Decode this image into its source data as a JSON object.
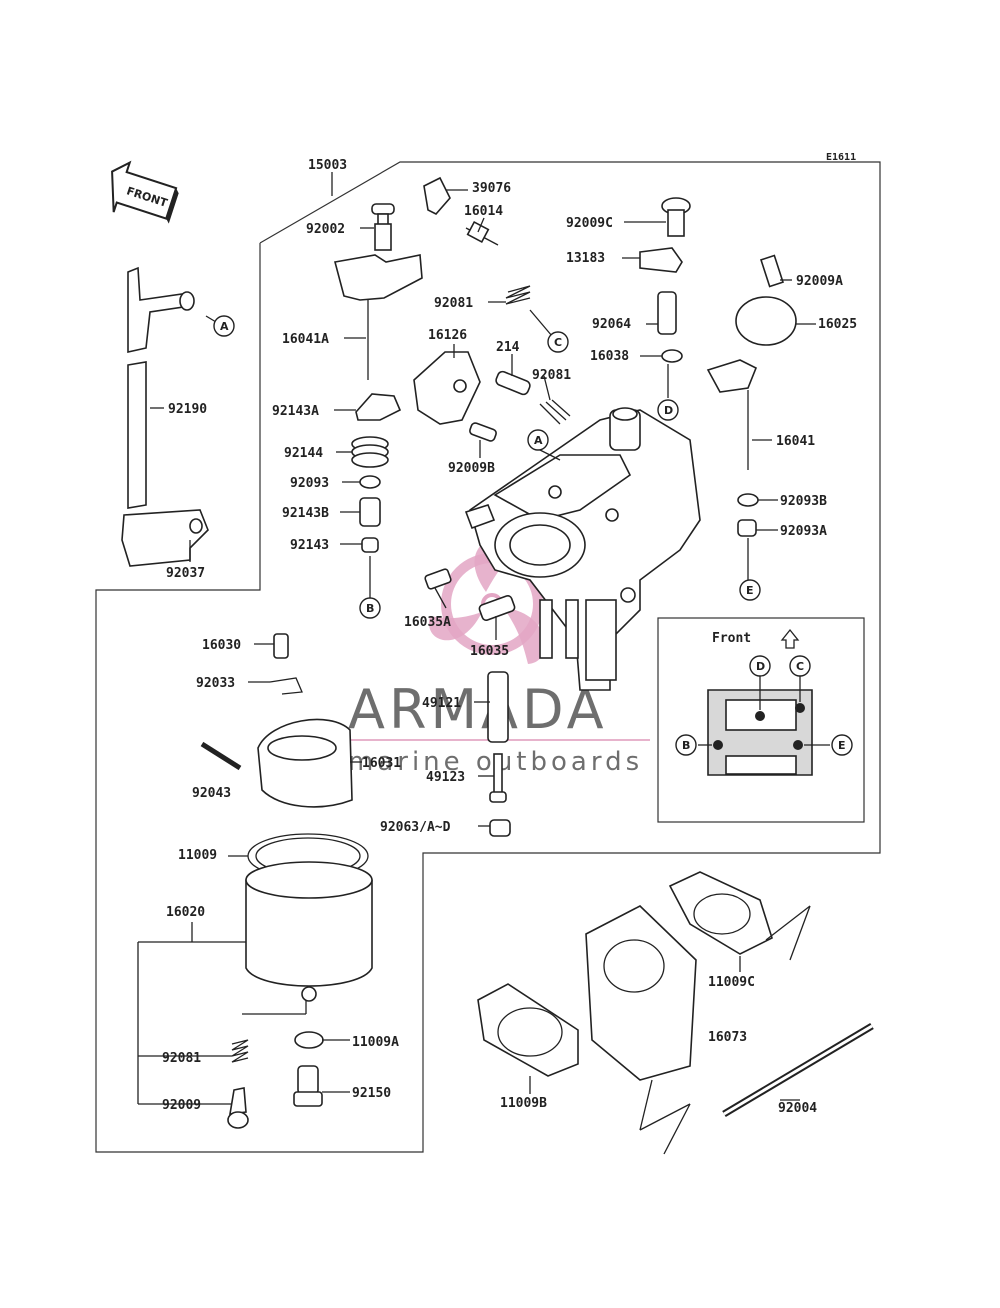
{
  "diagram_code": "E1611",
  "front_arrow_label": "FRONT",
  "watermark": {
    "title": "ARMADA",
    "subtitle": "marine outboards",
    "logo_color": "#e3a6c4"
  },
  "inset": {
    "title": "Front"
  },
  "callout_letters": [
    "A",
    "B",
    "C",
    "D",
    "E"
  ],
  "part_numbers": {
    "p15003": "15003",
    "p39076": "39076",
    "p16014": "16014",
    "p92009C": "92009C",
    "p92002": "92002",
    "p13183": "13183",
    "p92009A": "92009A",
    "p92081_top": "92081",
    "p92064": "92064",
    "p16025": "16025",
    "p16041A": "16041A",
    "p16126": "16126",
    "p214": "214",
    "p16038": "16038",
    "p92190": "92190",
    "p92081_mid": "92081",
    "p92143A": "92143A",
    "p16041": "16041",
    "p92144": "92144",
    "p92009B": "92009B",
    "p92093": "92093",
    "p92093B": "92093B",
    "p92143B": "92143B",
    "p92093A": "92093A",
    "p92143": "92143",
    "p92037": "92037",
    "p16035A": "16035A",
    "p16030": "16030",
    "p16035": "16035",
    "p92033": "92033",
    "p49121": "49121",
    "p16031": "16031",
    "p92043": "92043",
    "p49123": "49123",
    "p92063": "92063/A~D",
    "p11009": "11009",
    "p16020": "16020",
    "p11009C": "11009C",
    "p16073": "16073",
    "p11009A": "11009A",
    "p92081_bot": "92081",
    "p92150": "92150",
    "p92009": "92009",
    "p11009B": "11009B",
    "p92004": "92004"
  }
}
